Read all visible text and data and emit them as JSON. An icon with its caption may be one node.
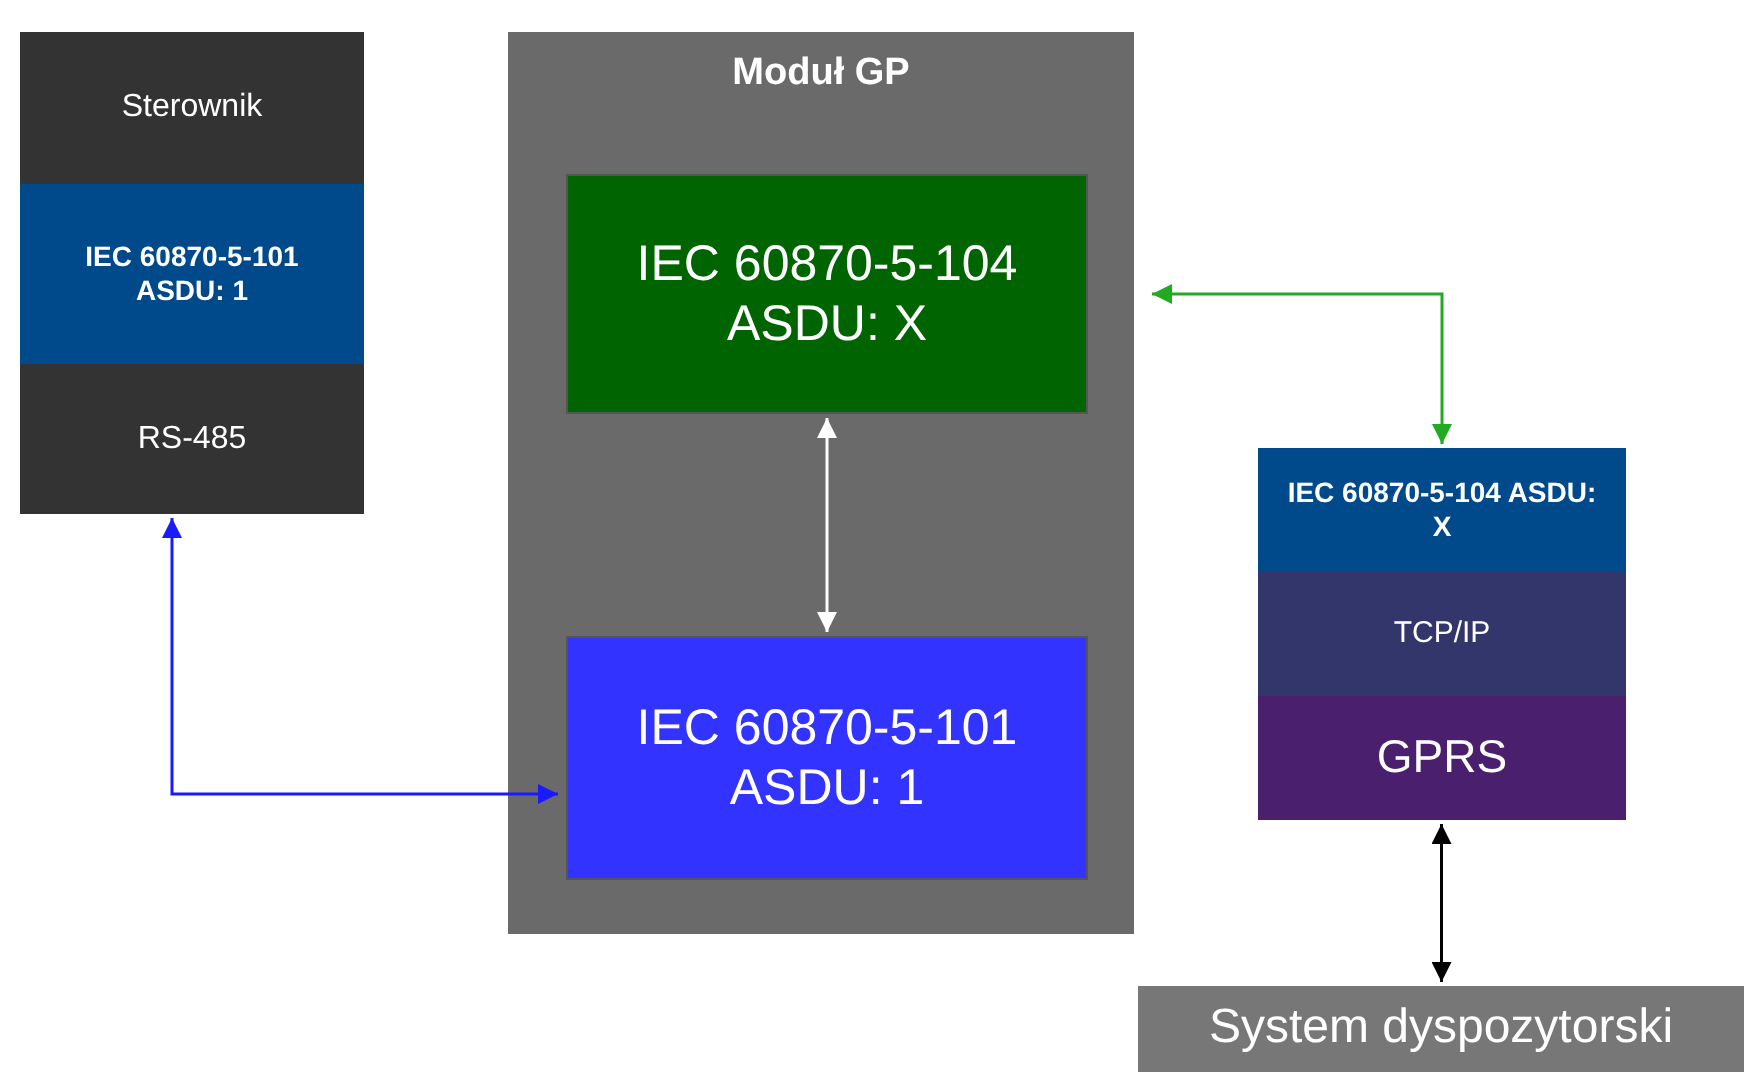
{
  "diagram": {
    "nodes": [
      {
        "text": [
          "Sterownik"
        ]
      },
      {
        "text": [
          "IEC 60870-5-101 ASDU: 1"
        ]
      },
      {
        "text": [
          "RS-485"
        ]
      },
      {
        "text": [
          "Moduł GP"
        ]
      },
      {
        "text": [
          "IEC 60870-5-104 ASDU: X"
        ],
        "in": 3
      },
      {
        "text": [
          "IEC 60870-5-101 ASDU: 1"
        ],
        "in": 3
      },
      {
        "text": [
          "IEC 60870-5-104 ASDU: X"
        ]
      },
      {
        "text": [
          "TCP/IP"
        ]
      },
      {
        "text": [
          "GPRS"
        ]
      },
      {
        "text": [
          "System dyspozytorski"
        ]
      }
    ],
    "edges": [
      {
        "from": 6,
        "to": 4,
        "arrow": "both",
        "color": "#22aa22"
      },
      {
        "from": 4,
        "to": 5,
        "arrow": "both",
        "color": "#ffffff"
      },
      {
        "from": 2,
        "to": 5,
        "arrow": "both",
        "color": "#1a1aff"
      },
      {
        "from": 8,
        "to": 9,
        "arrow": "both",
        "color": "#000000"
      }
    ]
  }
}
